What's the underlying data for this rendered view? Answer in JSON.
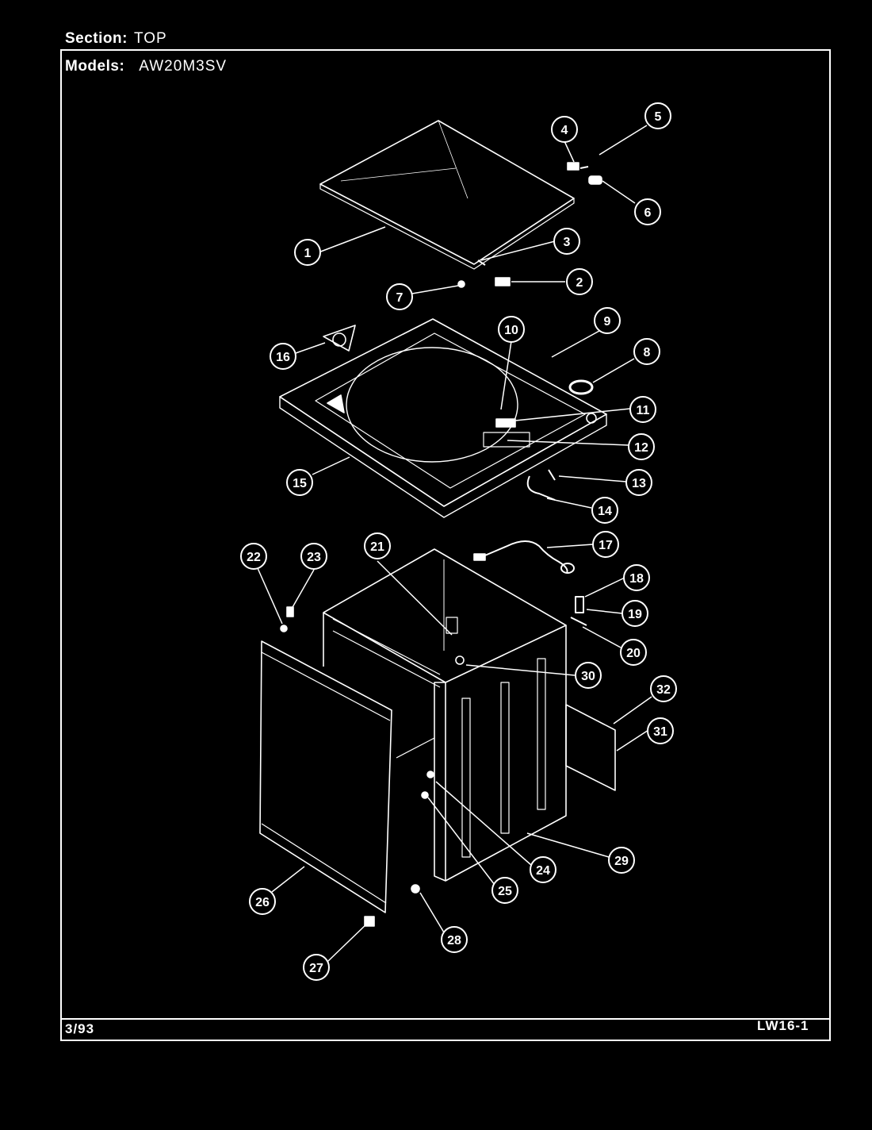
{
  "header": {
    "section_label": "Section:",
    "section_value": "TOP",
    "models_label": "Models:",
    "models_value": "AW20M3SV"
  },
  "footer": {
    "date": "3/93",
    "code": "LW16-1"
  },
  "callouts": [
    {
      "n": "1"
    },
    {
      "n": "2"
    },
    {
      "n": "3"
    },
    {
      "n": "4"
    },
    {
      "n": "5"
    },
    {
      "n": "6"
    },
    {
      "n": "7"
    },
    {
      "n": "8"
    },
    {
      "n": "9"
    },
    {
      "n": "10"
    },
    {
      "n": "11"
    },
    {
      "n": "12"
    },
    {
      "n": "13"
    },
    {
      "n": "14"
    },
    {
      "n": "15"
    },
    {
      "n": "16"
    },
    {
      "n": "17"
    },
    {
      "n": "18"
    },
    {
      "n": "19"
    },
    {
      "n": "20"
    },
    {
      "n": "21"
    },
    {
      "n": "22"
    },
    {
      "n": "23"
    },
    {
      "n": "24"
    },
    {
      "n": "25"
    },
    {
      "n": "26"
    },
    {
      "n": "27"
    },
    {
      "n": "28"
    },
    {
      "n": "29"
    },
    {
      "n": "30"
    },
    {
      "n": "31"
    },
    {
      "n": "32"
    }
  ]
}
